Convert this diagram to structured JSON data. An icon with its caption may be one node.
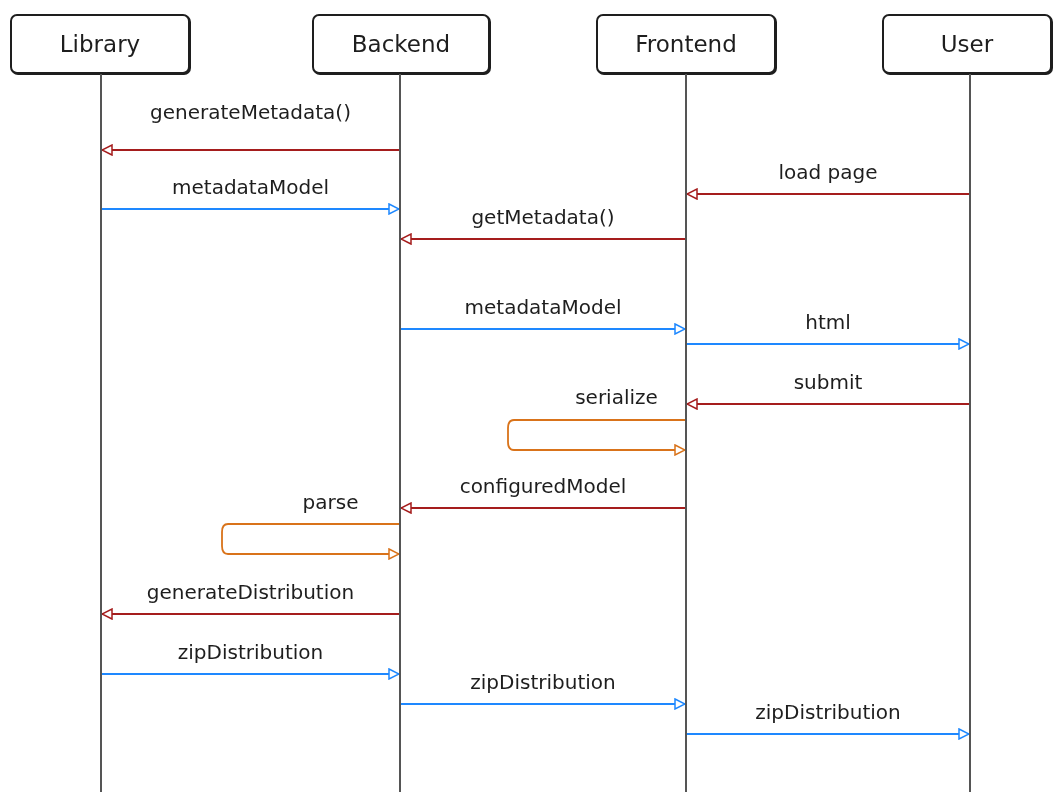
{
  "diagram": {
    "nodes": [
      {
        "text": [
          "Library"
        ]
      },
      {
        "text": [
          "Backend"
        ]
      },
      {
        "text": [
          "Frontend"
        ]
      },
      {
        "text": [
          "User"
        ]
      },
      {
        "text": [],
        "shape": "bar"
      },
      {
        "text": [],
        "shape": "bar"
      },
      {
        "text": [],
        "shape": "bar"
      },
      {
        "text": [],
        "shape": "bar"
      }
    ],
    "edges": [
      {
        "from": 5,
        "to": 4,
        "arrow": "to",
        "label": "generateMetadata()",
        "color": "#a51d1d"
      },
      {
        "from": 4,
        "to": 5,
        "arrow": "to",
        "label": "metadataModel",
        "color": "#1e88ff"
      },
      {
        "from": 7,
        "to": 6,
        "arrow": "to",
        "label": "load page",
        "color": "#a51d1d"
      },
      {
        "from": 6,
        "to": 5,
        "arrow": "to",
        "label": "getMetadata()",
        "color": "#a51d1d"
      },
      {
        "from": 5,
        "to": 6,
        "arrow": "to",
        "label": "metadataModel",
        "color": "#1e88ff"
      },
      {
        "from": 6,
        "to": 7,
        "arrow": "to",
        "label": "html",
        "color": "#1e88ff"
      },
      {
        "from": 7,
        "to": 6,
        "arrow": "to",
        "label": "submit",
        "color": "#a51d1d"
      },
      {
        "from": 6,
        "to": 6,
        "arrow": "to",
        "label": "serialize",
        "color": "#d9731a"
      },
      {
        "from": 6,
        "to": 5,
        "arrow": "to",
        "label": "configuredModel",
        "color": "#a51d1d"
      },
      {
        "from": 5,
        "to": 5,
        "arrow": "to",
        "label": "parse",
        "color": "#d9731a"
      },
      {
        "from": 5,
        "to": 4,
        "arrow": "to",
        "label": "generateDistribution",
        "color": "#a51d1d"
      },
      {
        "from": 4,
        "to": 5,
        "arrow": "to",
        "label": "zipDistribution",
        "color": "#1e88ff"
      },
      {
        "from": 5,
        "to": 6,
        "arrow": "to",
        "label": "zipDistribution",
        "color": "#1e88ff"
      },
      {
        "from": 6,
        "to": 7,
        "arrow": "to",
        "label": "zipDistribution",
        "color": "#1e88ff"
      }
    ]
  }
}
